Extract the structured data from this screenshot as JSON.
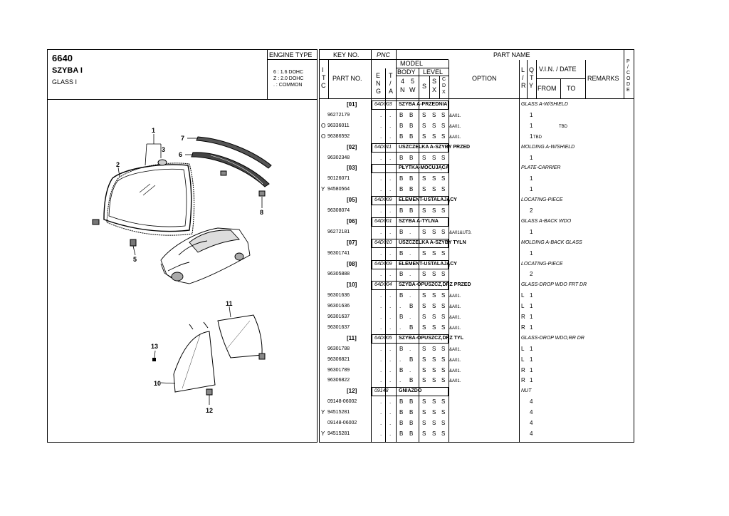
{
  "left_header": {
    "code": "6640",
    "title": "SZYBA I",
    "subtitle": "GLASS I",
    "engine_label": "ENGINE TYPE",
    "engine_lines": [
      "6 : 1.6 DOHC",
      "Z : 2.0 DOHC",
      ". : COMMON"
    ]
  },
  "table_header": {
    "key_no": "KEY NO.",
    "pnc": "PNC",
    "part_name": "PART NAME",
    "itc": [
      "I",
      "T",
      "C"
    ],
    "part_no": "PART NO.",
    "model": "MODEL",
    "eng": [
      "E",
      "N",
      "G"
    ],
    "ta": [
      "T",
      "/",
      "A"
    ],
    "body": "BODY",
    "body_4n": [
      "4",
      "N"
    ],
    "body_5w": [
      "5",
      "W"
    ],
    "level": "LEVEL",
    "level_s": "S",
    "level_sx": [
      "S",
      "X"
    ],
    "level_cdx": [
      "C",
      "D",
      "X"
    ],
    "option": "OPTION",
    "lr": [
      "L",
      "/",
      "R"
    ],
    "qty": [
      "Q",
      "T",
      "Y"
    ],
    "vin_date": "V.I.N. / DATE",
    "from": "FROM",
    "to": "TO",
    "remarks": "REMARKS",
    "pcode": [
      "P",
      "/",
      "C",
      "O",
      "D",
      "E"
    ]
  },
  "diagram_callouts": [
    "1",
    "2",
    "3",
    "5",
    "6",
    "7",
    "8",
    "10",
    "11",
    "12",
    "13"
  ],
  "rows": [
    {
      "type": "head",
      "key": "[01]",
      "pnc": "64D003",
      "name": "SZYBA A-PRZEDNIA",
      "eng_name": "GLASS A-W/SHIELD"
    },
    {
      "type": "part",
      "itc": "",
      "part": "96272179",
      "eng": ".",
      "ta": ".",
      "b4": "B",
      "b5": "B",
      "s": "S",
      "sx": "S",
      "cdx": "S",
      "opt": "&A01.",
      "lr": "",
      "qty": "1",
      "from": "",
      "note": ""
    },
    {
      "type": "part",
      "itc": "O",
      "part": "96336011",
      "eng": ".",
      "ta": ".",
      "b4": "B",
      "b5": "B",
      "s": "S",
      "sx": "S",
      "cdx": "S",
      "opt": "&A01.",
      "lr": "",
      "qty": "1",
      "from": "",
      "note": "TBD"
    },
    {
      "type": "part",
      "itc": "O",
      "part": "96386592",
      "eng": ".",
      "ta": ".",
      "b4": "B",
      "b5": "B",
      "s": "S",
      "sx": "S",
      "cdx": "S",
      "opt": "&A01.",
      "lr": "",
      "qty": "1",
      "from": "TBD",
      "note": ""
    },
    {
      "type": "head",
      "key": "[02]",
      "pnc": "64D011",
      "name": "USZCZELKA A-SZYBY PRZED",
      "eng_name": "MOLDING A-W/SHIELD"
    },
    {
      "type": "part",
      "itc": "",
      "part": "96302348",
      "eng": ".",
      "ta": ".",
      "b4": "B",
      "b5": "B",
      "s": "S",
      "sx": "S",
      "cdx": "S",
      "opt": "",
      "lr": "",
      "qty": "1",
      "from": "",
      "note": ""
    },
    {
      "type": "head",
      "key": "[03]",
      "pnc": "",
      "name": "PŁYTKA-MOCUJĄCA",
      "eng_name": "PLATE-CARRIER"
    },
    {
      "type": "part",
      "itc": "",
      "part": "90126071",
      "eng": ".",
      "ta": ".",
      "b4": "B",
      "b5": "B",
      "s": "S",
      "sx": "S",
      "cdx": "S",
      "opt": "",
      "lr": "",
      "qty": "1",
      "from": "",
      "note": ""
    },
    {
      "type": "part",
      "itc": "Y",
      "part": "94580564",
      "eng": ".",
      "ta": ".",
      "b4": "B",
      "b5": "B",
      "s": "S",
      "sx": "S",
      "cdx": "S",
      "opt": "",
      "lr": "",
      "qty": "1",
      "from": "",
      "note": ""
    },
    {
      "type": "head",
      "key": "[05]",
      "pnc": "64D009",
      "name": "ELEMENT-USTALAJĄCY",
      "eng_name": "LOCATING-PIECE"
    },
    {
      "type": "part",
      "itc": "",
      "part": "96308074",
      "eng": ".",
      "ta": ".",
      "b4": "B",
      "b5": "B",
      "s": "S",
      "sx": "S",
      "cdx": "S",
      "opt": "",
      "lr": "",
      "qty": "2",
      "from": "",
      "note": ""
    },
    {
      "type": "head",
      "key": "[06]",
      "pnc": "64D001",
      "name": "SZYBA A-TYLNA",
      "eng_name": "GLASS A-BACK WDO"
    },
    {
      "type": "part",
      "itc": "",
      "part": "96272181",
      "eng": ".",
      "ta": ".",
      "b4": "B",
      "b5": ".",
      "s": "S",
      "sx": "S",
      "cdx": "S",
      "opt": "&A01&UT3.",
      "lr": "",
      "qty": "1",
      "from": "",
      "note": ""
    },
    {
      "type": "head",
      "key": "[07]",
      "pnc": "64D010",
      "name": "USZCZELKA A-SZYBY TYLN",
      "eng_name": "MOLDING A-BACK GLASS"
    },
    {
      "type": "part",
      "itc": "",
      "part": "96301741",
      "eng": ".",
      "ta": ".",
      "b4": "B",
      "b5": ".",
      "s": "S",
      "sx": "S",
      "cdx": "S",
      "opt": "",
      "lr": "",
      "qty": "1",
      "from": "",
      "note": ""
    },
    {
      "type": "head",
      "key": "[08]",
      "pnc": "64D009",
      "name": "ELEMENT-USTALAJĄCY",
      "eng_name": "LOCATING-PIECE"
    },
    {
      "type": "part",
      "itc": "",
      "part": "96305888",
      "eng": ".",
      "ta": ".",
      "b4": "B",
      "b5": ".",
      "s": "S",
      "sx": "S",
      "cdx": "S",
      "opt": "",
      "lr": "",
      "qty": "2",
      "from": "",
      "note": ""
    },
    {
      "type": "head",
      "key": "[10]",
      "pnc": "64D004",
      "name": "SZYBA-OPUSZCZ,DRZ PRZED",
      "eng_name": "GLASS-DROP WDO FRT DR"
    },
    {
      "type": "part",
      "itc": "",
      "part": "96301636",
      "eng": ".",
      "ta": ".",
      "b4": "B",
      "b5": ".",
      "s": "S",
      "sx": "S",
      "cdx": "S",
      "opt": "&A01.",
      "lr": "L",
      "qty": "1",
      "from": "",
      "note": ""
    },
    {
      "type": "part",
      "itc": "",
      "part": "96301636",
      "eng": ".",
      "ta": ".",
      "b4": ".",
      "b5": "B",
      "s": "S",
      "sx": "S",
      "cdx": "S",
      "opt": "&A01.",
      "lr": "L",
      "qty": "1",
      "from": "",
      "note": ""
    },
    {
      "type": "part",
      "itc": "",
      "part": "96301637",
      "eng": ".",
      "ta": ".",
      "b4": "B",
      "b5": ".",
      "s": "S",
      "sx": "S",
      "cdx": "S",
      "opt": "&A01.",
      "lr": "R",
      "qty": "1",
      "from": "",
      "note": ""
    },
    {
      "type": "part",
      "itc": "",
      "part": "96301637",
      "eng": ".",
      "ta": ".",
      "b4": ".",
      "b5": "B",
      "s": "S",
      "sx": "S",
      "cdx": "S",
      "opt": "&A01.",
      "lr": "R",
      "qty": "1",
      "from": "",
      "note": ""
    },
    {
      "type": "head",
      "key": "[11]",
      "pnc": "64D005",
      "name": "SZYBA-OPUSZCZ,DRZ TYL",
      "eng_name": "GLASS-DROP WDO,RR DR"
    },
    {
      "type": "part",
      "itc": "",
      "part": "96301788",
      "eng": ".",
      "ta": ".",
      "b4": "B",
      "b5": ".",
      "s": "S",
      "sx": "S",
      "cdx": "S",
      "opt": "&A01.",
      "lr": "L",
      "qty": "1",
      "from": "",
      "note": ""
    },
    {
      "type": "part",
      "itc": "",
      "part": "96306821",
      "eng": ".",
      "ta": ".",
      "b4": ".",
      "b5": "B",
      "s": "S",
      "sx": "S",
      "cdx": "S",
      "opt": "&A01.",
      "lr": "L",
      "qty": "1",
      "from": "",
      "note": ""
    },
    {
      "type": "part",
      "itc": "",
      "part": "96301789",
      "eng": ".",
      "ta": ".",
      "b4": "B",
      "b5": ".",
      "s": "S",
      "sx": "S",
      "cdx": "S",
      "opt": "&A01.",
      "lr": "R",
      "qty": "1",
      "from": "",
      "note": ""
    },
    {
      "type": "part",
      "itc": "",
      "part": "96306822",
      "eng": ".",
      "ta": ".",
      "b4": ".",
      "b5": "B",
      "s": "S",
      "sx": "S",
      "cdx": "S",
      "opt": "&A01.",
      "lr": "R",
      "qty": "1",
      "from": "",
      "note": ""
    },
    {
      "type": "head",
      "key": "[12]",
      "pnc": "09148",
      "name": "GNIAZDO",
      "eng_name": "NUT"
    },
    {
      "type": "part",
      "itc": "",
      "part": "09148-06002",
      "eng": ".",
      "ta": ".",
      "b4": "B",
      "b5": "B",
      "s": "S",
      "sx": "S",
      "cdx": "S",
      "opt": "",
      "lr": "",
      "qty": "4",
      "from": "",
      "note": ""
    },
    {
      "type": "part",
      "itc": "Y",
      "part": "94515281",
      "eng": ".",
      "ta": ".",
      "b4": "B",
      "b5": "B",
      "s": "S",
      "sx": "S",
      "cdx": "S",
      "opt": "",
      "lr": "",
      "qty": "4",
      "from": "",
      "note": ""
    },
    {
      "type": "part",
      "itc": "",
      "part": "09148-06002",
      "eng": ".",
      "ta": ".",
      "b4": "B",
      "b5": "B",
      "s": "S",
      "sx": "S",
      "cdx": "S",
      "opt": "",
      "lr": "",
      "qty": "4",
      "from": "",
      "note": ""
    },
    {
      "type": "part",
      "itc": "Y",
      "part": "94515281",
      "eng": ".",
      "ta": ".",
      "b4": "B",
      "b5": "B",
      "s": "S",
      "sx": "S",
      "cdx": "S",
      "opt": "",
      "lr": "",
      "qty": "4",
      "from": "",
      "note": ""
    }
  ]
}
